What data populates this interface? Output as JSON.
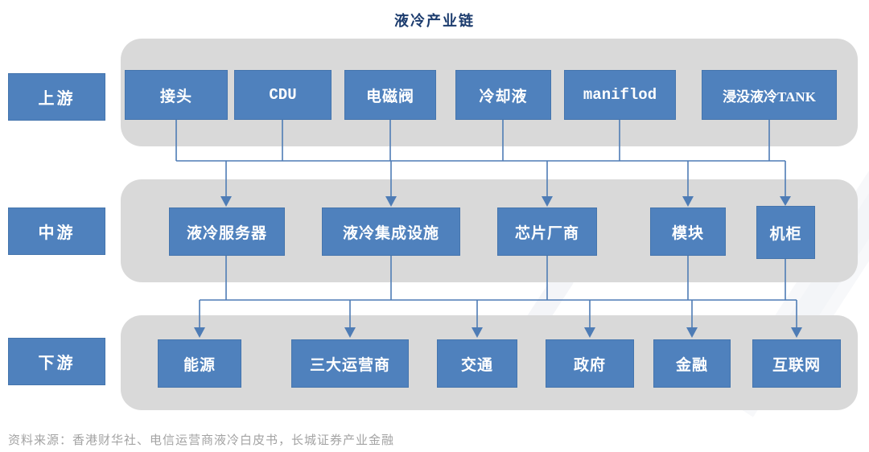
{
  "title": "液冷产业链",
  "source_note": "资料来源：香港财华社、电信运营商液冷白皮书，长城证券产业金融",
  "colors": {
    "node_blue": "#4F81BD",
    "container_gray": "#D9D9D9",
    "connector_blue": "#4E7CB5",
    "title_navy": "#1C3C6E",
    "source_gray": "#A3A3A3",
    "node_text": "#FFFFFF"
  },
  "rows": [
    {
      "id": "upstream",
      "label": "上游",
      "nodes": [
        {
          "label": "接头"
        },
        {
          "label": "CDU"
        },
        {
          "label": "电磁阀"
        },
        {
          "label": "冷却液"
        },
        {
          "label": "maniflod"
        },
        {
          "label": "浸没液冷TANK"
        }
      ]
    },
    {
      "id": "midstream",
      "label": "中游",
      "nodes": [
        {
          "label": "液冷服务器"
        },
        {
          "label": "液冷集成设施"
        },
        {
          "label": "芯片厂商"
        },
        {
          "label": "模块"
        },
        {
          "label": "机柜"
        }
      ]
    },
    {
      "id": "downstream",
      "label": "下游",
      "nodes": [
        {
          "label": "能源"
        },
        {
          "label": "三大运营商"
        },
        {
          "label": "交通"
        },
        {
          "label": "政府"
        },
        {
          "label": "金融"
        },
        {
          "label": "互联网"
        }
      ]
    }
  ],
  "flow": "upstream -> midstream -> downstream (each tier feeds the next via shared bus connectors)"
}
